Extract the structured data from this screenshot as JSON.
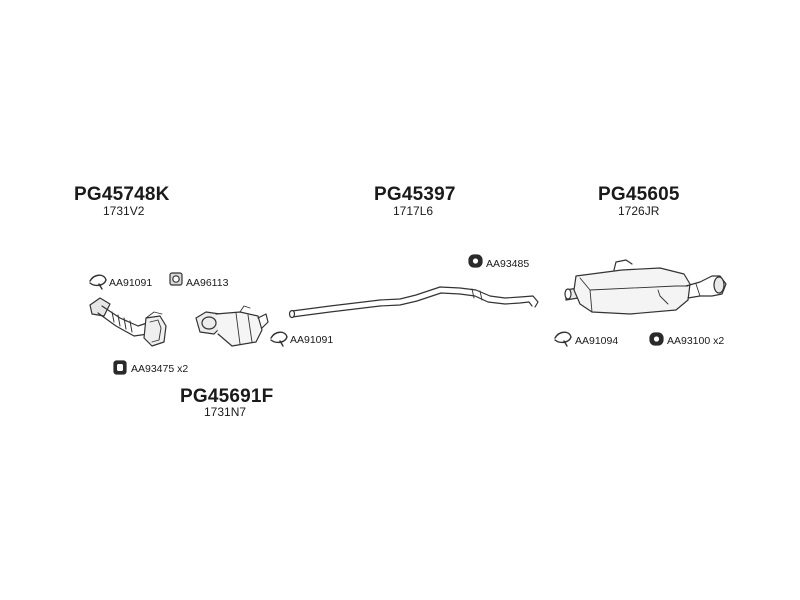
{
  "parts": {
    "front_cat": {
      "part_no": "PG45748K",
      "ref": "1731V2"
    },
    "dpf": {
      "part_no": "PG45691F",
      "ref": "1731N7"
    },
    "middle_pipe": {
      "part_no": "PG45397",
      "ref": "1717L6"
    },
    "rear_silencer": {
      "part_no": "PG45605",
      "ref": "1726JR"
    }
  },
  "accessories": {
    "clamp_front": "AA91091",
    "gasket_front": "AA96113",
    "mount_front": "AA93475 x2",
    "clamp_middle": "AA91091",
    "mount_middle": "AA93485",
    "clamp_rear": "AA91094",
    "mount_rear": "AA93100 x2"
  },
  "colors": {
    "line": "#333333",
    "fill_light": "#f2f2f2",
    "fill_mid": "#d9d9d9",
    "fill_dark": "#2a2a2a"
  }
}
